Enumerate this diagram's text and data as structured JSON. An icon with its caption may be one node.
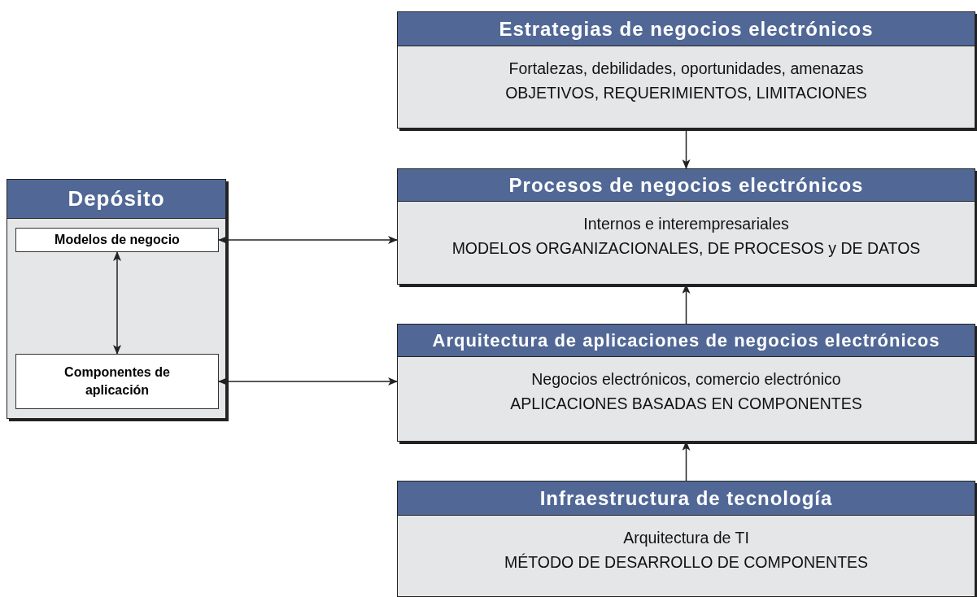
{
  "diagram": {
    "nodes": [
      {
        "text": [
          "Estrategias de negocios electrónicos",
          "Fortalezas, debilidades, oportunidades, amenazas",
          "OBJETIVOS, REQUERIMIENTOS, LIMITACIONES"
        ]
      },
      {
        "text": [
          "Procesos de negocios electrónicos",
          "Internos e interempresariales",
          "MODELOS ORGANIZACIONALES, DE PROCESOS y DE DATOS"
        ]
      },
      {
        "text": [
          "Arquitectura de aplicaciones de negocios electrónicos",
          "Negocios electrónicos, comercio electrónico",
          "APLICACIONES BASADAS EN COMPONENTES"
        ]
      },
      {
        "text": [
          "Infraestructura de tecnología",
          "Arquitectura de TI",
          "MÉTODO DE DESARROLLO DE COMPONENTES"
        ]
      },
      {
        "text": [
          "Depósito"
        ]
      },
      {
        "text": [
          "Modelos de negocio"
        ],
        "in": 4
      },
      {
        "text": [
          "Componentes de aplicación"
        ],
        "in": 4
      }
    ],
    "edges": [
      {
        "from": 0,
        "to": 1,
        "arrow": "to"
      },
      {
        "from": 2,
        "to": 1,
        "arrow": "to"
      },
      {
        "from": 3,
        "to": 2,
        "arrow": "to"
      },
      {
        "from": 5,
        "to": 1,
        "arrow": "both"
      },
      {
        "from": 6,
        "to": 2,
        "arrow": "both"
      },
      {
        "from": 5,
        "to": 6,
        "arrow": "both"
      }
    ]
  }
}
